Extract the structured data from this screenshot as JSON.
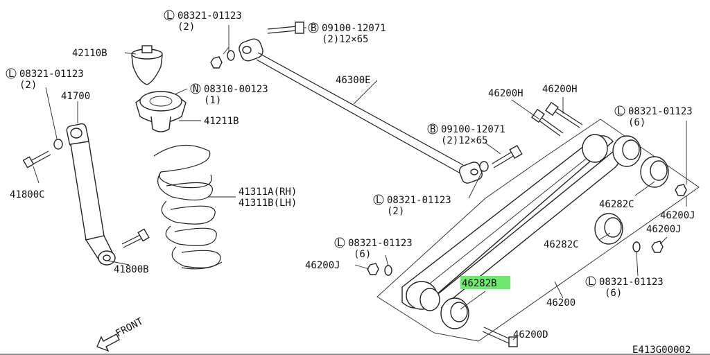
{
  "diagram": {
    "labels": {
      "l_08321_01123_a": "08321-01123",
      "l_08321_01123_a_qty": "(2)",
      "b_09100_12071_a": "09100-12071",
      "b_09100_12071_a_qty": "(2)12×65",
      "p_42110b": "42110B",
      "l_08321_01123_b": "08321-01123",
      "l_08321_01123_b_qty": "(2)",
      "p_41700": "41700",
      "n_08310_00123": "08310-00123",
      "n_08310_00123_qty": "(1)",
      "p_41211b": "41211B",
      "p_46300e": "46300E",
      "p_46200h_1": "46200H",
      "p_46200h_2": "46200H",
      "l_08321_01123_c": "08321-01123",
      "l_08321_01123_c_qty": "(6)",
      "b_09100_12071_b": "09100-12071",
      "b_09100_12071_b_qty": "(2)12×65",
      "p_41800c": "41800C",
      "p_41311a": "41311A(RH)",
      "p_41311b": "41311B(LH)",
      "l_08321_01123_d": "08321-01123",
      "l_08321_01123_d_qty": "(2)",
      "p_46282c_1": "46282C",
      "p_46200j_1": "46200J",
      "p_46200j_2": "46200J",
      "p_46282c_2": "46282C",
      "l_08321_01123_e": "08321-01123",
      "l_08321_01123_e_qty": "(6)",
      "p_46200j_3": "46200J",
      "p_41800b": "41800B",
      "p_46282b": "46282B",
      "l_08321_01123_f": "08321-01123",
      "l_08321_01123_f_qty": "(6)",
      "p_46200": "46200",
      "p_46200d": "46200D",
      "front": "FRONT",
      "figure_code": "E413G00002"
    },
    "prefix_letters": {
      "L": "L",
      "B": "B",
      "N": "N"
    },
    "highlight_color": "#6ee86e"
  }
}
